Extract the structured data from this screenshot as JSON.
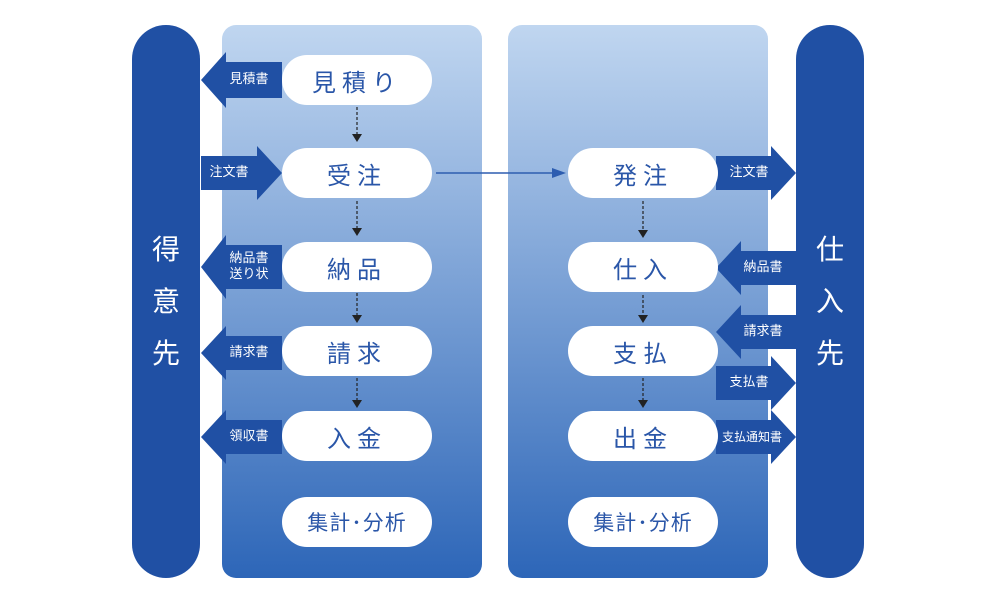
{
  "customer": {
    "chars": [
      "得",
      "意",
      "先"
    ]
  },
  "supplier": {
    "chars": [
      "仕",
      "入",
      "先"
    ]
  },
  "sales_steps": [
    "見積り",
    "受注",
    "納品",
    "請求",
    "入金"
  ],
  "sales_summary": "集計･分析",
  "purchase_steps": [
    "発注",
    "仕入",
    "支払",
    "出金"
  ],
  "purchase_summary": "集計･分析",
  "sales_docs": {
    "estimate": "見積書",
    "order": "注文書",
    "delivery_1": "納品書",
    "delivery_2": "送り状",
    "invoice": "請求書",
    "receipt": "領収書"
  },
  "purchase_docs": {
    "order": "注文書",
    "delivery": "納品書",
    "invoice": "請求書",
    "payment": "支払書",
    "payment_notice": "支払通知書"
  },
  "colors": {
    "dark_blue": "#2050a4",
    "arrow_blue": "#2d5db0",
    "step_text": "#2a56a8"
  }
}
